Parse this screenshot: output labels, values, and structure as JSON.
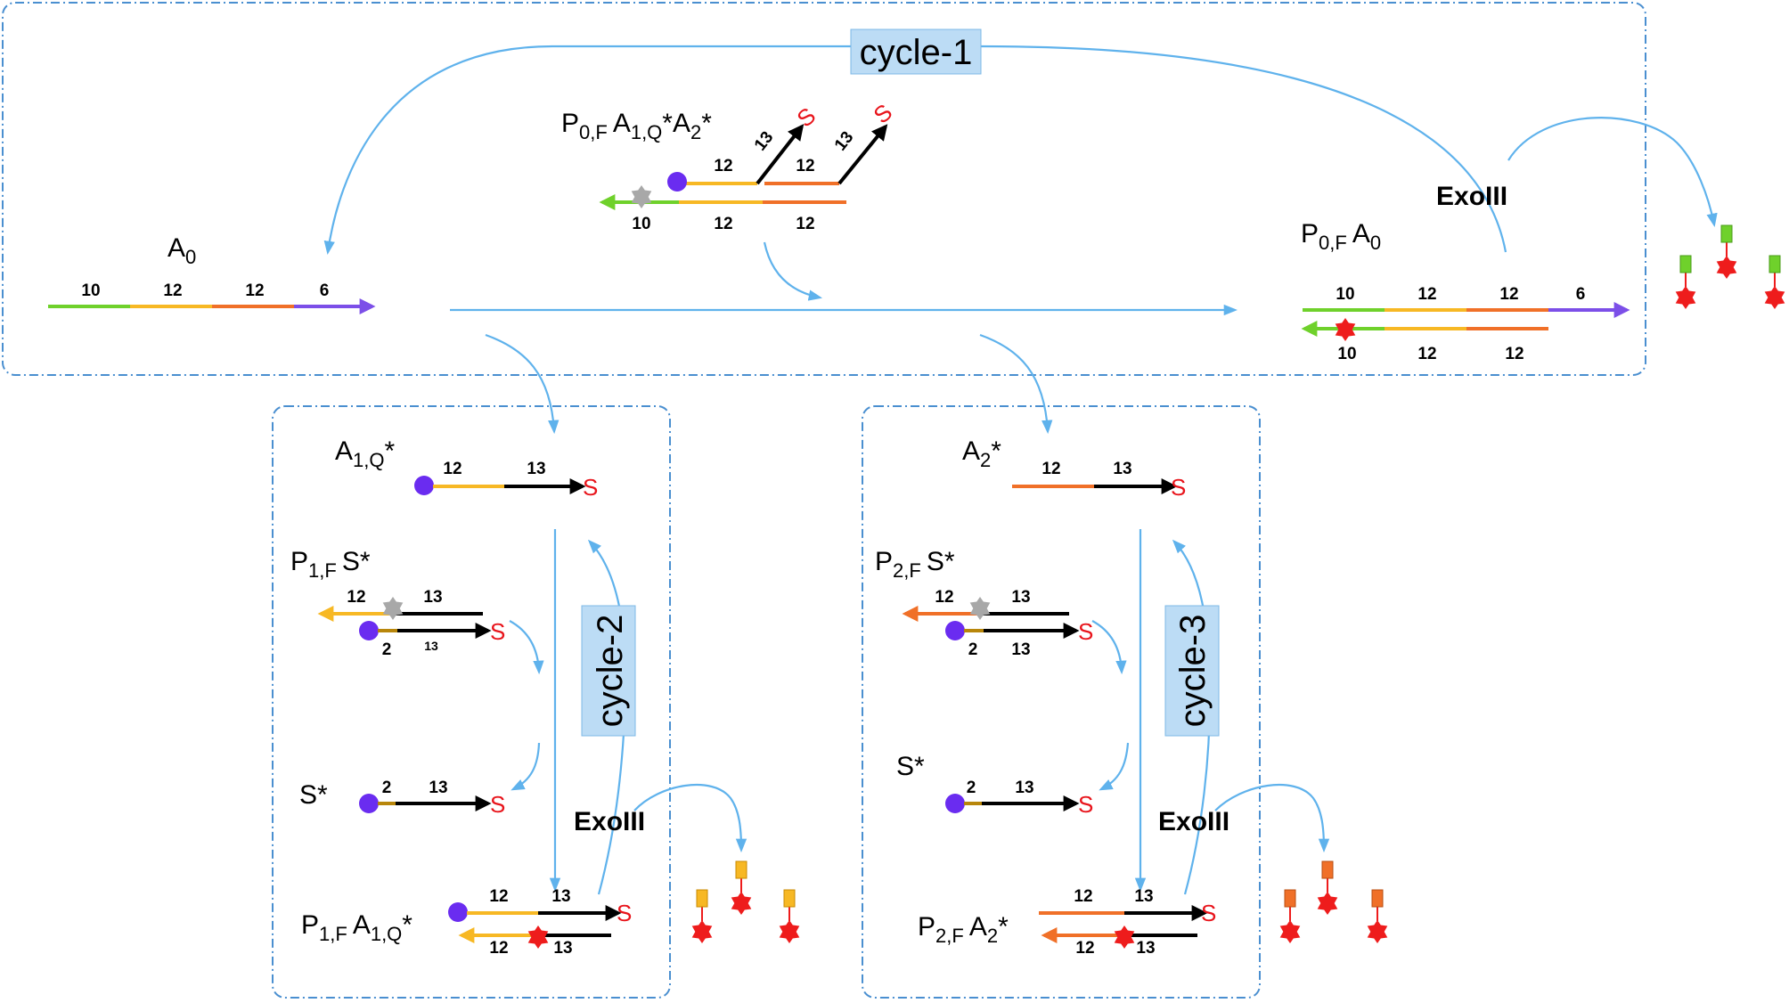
{
  "colors": {
    "green": "#6fd12b",
    "yellow": "#f7b824",
    "orange": "#f07028",
    "purple": "#7c4fe8",
    "black": "#000000",
    "quencher": "#6a2cf0",
    "fluorophore": "#ee1c1c",
    "quenched_fluorophore": "#a8a8a8",
    "flow_arrow": "#5fb2ec",
    "frame": "#4a8fd0",
    "cycle_box": "#bcdcf5",
    "signal_label": "#e8141b"
  },
  "cycle1": {
    "label": "cycle-1",
    "exo": "ExoIII",
    "a0": {
      "name": "A",
      "sub": "0",
      "segments": [
        "10",
        "12",
        "12",
        "6"
      ]
    },
    "p0f_a1q_a2": {
      "p": "P",
      "p_sub": "0,F",
      "a1": "A",
      "a1_sub": "1,Q",
      "a1_star": "*",
      "a2": "A",
      "a2_sub": "2",
      "a2_star": "*",
      "top_segments": [
        "12",
        "12"
      ],
      "branch": [
        "13",
        "13"
      ],
      "s": [
        "S",
        "S"
      ],
      "bottom_segments": [
        "10",
        "12",
        "12"
      ]
    },
    "p0f_a0": {
      "p": "P",
      "p_sub": "0,F",
      "a": "A",
      "a_sub": "0",
      "top_segments": [
        "10",
        "12",
        "12",
        "6"
      ],
      "bottom_segments": [
        "10",
        "12",
        "12"
      ]
    }
  },
  "cycle2": {
    "label": "cycle-2",
    "exo": "ExoIII",
    "a1q": {
      "name": "A",
      "sub": "1,Q",
      "star": "*",
      "segments": [
        "12",
        "13"
      ],
      "s": "S"
    },
    "p1f_s": {
      "name": "P",
      "sub": "1,F",
      "tail": "S*",
      "top": [
        "12",
        "13"
      ],
      "bottom": [
        "2",
        "13"
      ],
      "s": "S"
    },
    "s_star": {
      "name": "S*",
      "segments": [
        "2",
        "13"
      ],
      "s": "S"
    },
    "p1f_a1q": {
      "p": "P",
      "p_sub": "1,F",
      "a": "A",
      "a_sub": "1,Q",
      "star": "*",
      "top": [
        "12",
        "13"
      ],
      "bottom": [
        "12",
        "13"
      ],
      "s": "S"
    }
  },
  "cycle3": {
    "label": "cycle-3",
    "exo": "ExoIII",
    "a2": {
      "name": "A",
      "sub": "2",
      "star": "*",
      "segments": [
        "12",
        "13"
      ],
      "s": "S"
    },
    "p2f_s": {
      "name": "P",
      "sub": "2,F",
      "tail": "S*",
      "top": [
        "12",
        "13"
      ],
      "bottom": [
        "2",
        "13"
      ],
      "s": "S"
    },
    "s_star": {
      "name": "S*",
      "segments": [
        "2",
        "13"
      ],
      "s": "S"
    },
    "p2f_a2": {
      "p": "P",
      "p_sub": "2,F",
      "a": "A",
      "a_sub": "2",
      "star": "*",
      "top": [
        "12",
        "13"
      ],
      "bottom": [
        "12",
        "13"
      ],
      "s": "S"
    }
  }
}
